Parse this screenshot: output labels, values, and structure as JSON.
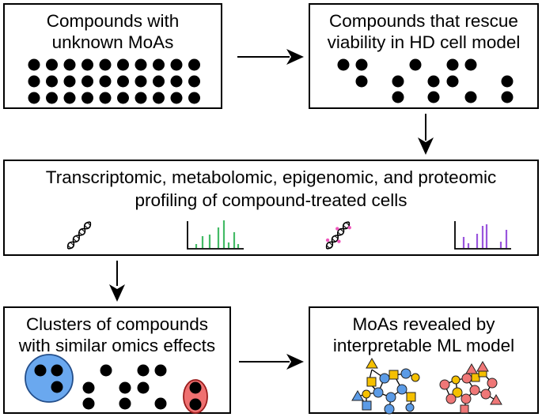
{
  "boxes": {
    "unknown": {
      "line1": "Compounds with",
      "line2": "unknown MoAs"
    },
    "rescue": {
      "line1": "Compounds that rescue",
      "line2": "viability in HD cell model"
    },
    "profiling": {
      "line1": "Transcriptomic, metabolomic, epigenomic, and proteomic",
      "line2": "profiling of compound-treated cells"
    },
    "clusters": {
      "line1": "Clusters of compounds",
      "line2": "with similar omics effects"
    },
    "moas": {
      "line1": "MoAs revealed by",
      "line2": "interpretable ML model"
    }
  },
  "icons": [
    "dna-icon",
    "transcriptomic-bar-chart-icon",
    "methylated-dna-icon",
    "proteomic-bar-chart-icon"
  ],
  "colors": {
    "green_bars": "#44bb66",
    "purple_bars": "#9955dd",
    "methyl_dots": "#ee55bb",
    "blue_cluster": "#6aa8ef",
    "red_cluster": "#ef7070",
    "yellow_node": "#f5c000",
    "blue_node": "#5b9be6",
    "red_node": "#ef7777"
  }
}
